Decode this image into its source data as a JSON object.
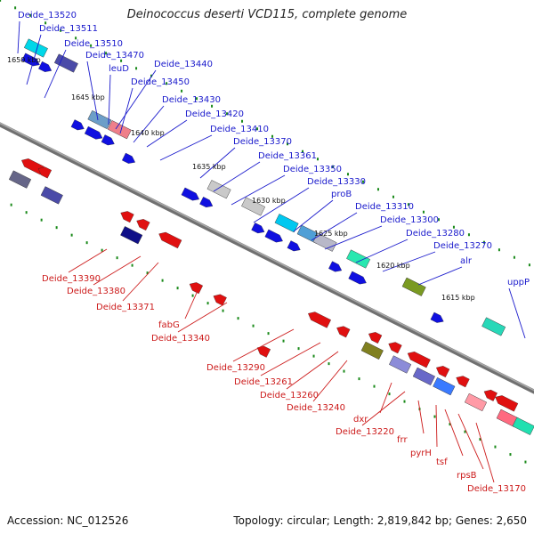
{
  "header": {
    "title": "Deinococcus deserti VCD115, complete genome"
  },
  "footer": {
    "accession": "Accession: NC_012526",
    "stats": "Topology: circular; Length: 2,819,842 bp; Genes: 2,650"
  },
  "ticks": [
    "1650 kbp",
    "1645 kbp",
    "1640 kbp",
    "1635 kbp",
    "1630 kbp",
    "1625 kbp",
    "1620 kbp",
    "1615 kbp"
  ],
  "top_labels": [
    "Deide_13520",
    "Deide_13511",
    "Deide_13510",
    "Deide_13470",
    "leuD",
    "Deide_13440",
    "Deide_13450",
    "Deide_13430",
    "Deide_13420",
    "Deide_13410",
    "Deide_13370",
    "Deide_13361",
    "Deide_13350",
    "Deide_13330",
    "proB",
    "Deide_13310",
    "Deide_13300",
    "Deide_13280",
    "Deide_13270",
    "alr",
    "uppP"
  ],
  "bottom_labels": [
    "Deide_13390",
    "Deide_13380",
    "Deide_13371",
    "fabG",
    "Deide_13340",
    "Deide_13290",
    "Deide_13261",
    "Deide_13260",
    "Deide_13240",
    "dxr",
    "Deide_13220",
    "frr",
    "pyrH",
    "tsf",
    "rpsB",
    "Deide_13170"
  ],
  "colors": {
    "forward_cds": "#1010e0",
    "reverse_cds": "#e01010",
    "backbone": "#707070",
    "tick_marks": "#1a8a1a",
    "top_label": "#1a1acc",
    "bottom_label": "#cc1a1a"
  }
}
